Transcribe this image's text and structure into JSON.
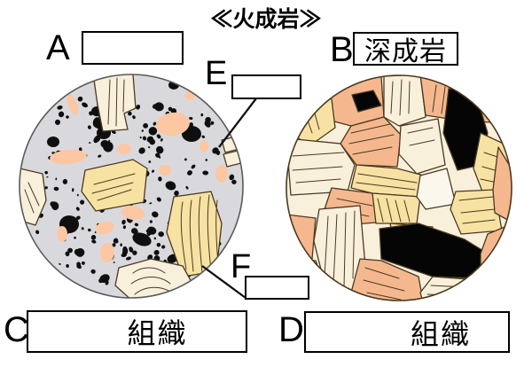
{
  "title": "≪火成岩≫",
  "labels": {
    "a": "A",
    "b": "B",
    "c": "C",
    "d": "D",
    "e": "E",
    "f": "F"
  },
  "boxes": {
    "a": "",
    "b": "深成岩",
    "c": "組織",
    "d": "組織",
    "e": "",
    "f": ""
  },
  "colors": {
    "background": "#ffffff",
    "text": "#000000",
    "box_border": "#000000",
    "line_black": "#111111",
    "groundmass": "#d9d9dd",
    "dot_black": "#0f0f0f",
    "peach": "#fcc7a2",
    "crystal_yellow": "#f7e2a4",
    "crystal_cream": "#f9f0dc",
    "crystal_white": "#fbf7ed",
    "salmon": "#f5b88e",
    "black_mineral": "#050505",
    "outline": "#4a3920"
  }
}
